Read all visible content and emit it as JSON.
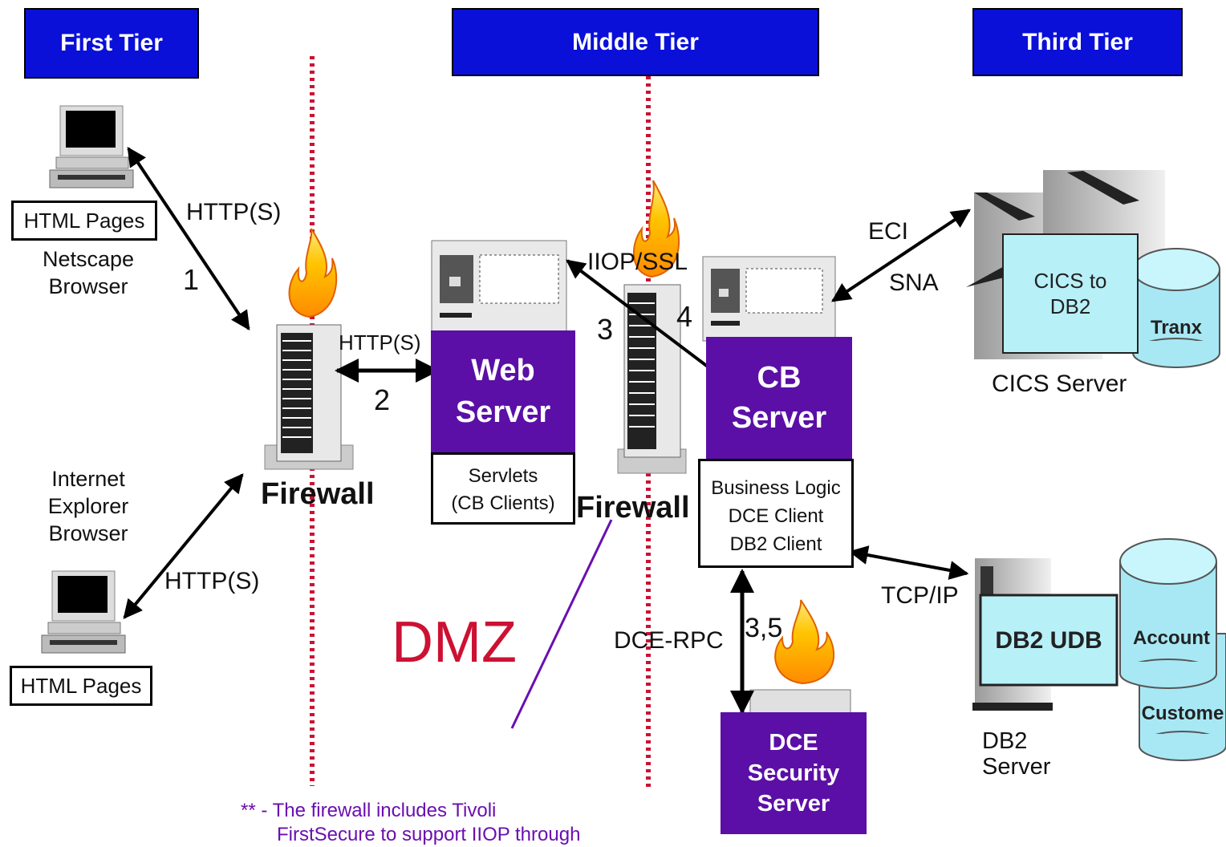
{
  "tiers": {
    "first": "First Tier",
    "middle": "Middle Tier",
    "third": "Third Tier"
  },
  "clients": {
    "netscape": {
      "pages": "HTML Pages",
      "line1": "Netscape",
      "line2": "Browser"
    },
    "ie": {
      "pages": "HTML Pages",
      "line1": "Internet",
      "line2": "Explorer",
      "line3": "Browser"
    }
  },
  "protocols": {
    "http_top": "HTTP(S)",
    "http_bottom": "HTTP(S)",
    "http_web": "HTTP(S)",
    "iiop": "IIOP/SSL",
    "eci": "ECI",
    "sna": "SNA",
    "tcpip": "TCP/IP",
    "dcerpc": "DCE-RPC"
  },
  "steps": {
    "s1": "1",
    "s2": "2",
    "s3": "3",
    "s4": "4",
    "s35": "3,5"
  },
  "firewalls": {
    "left": "Firewall",
    "right": "Firewall"
  },
  "web_server": {
    "line1": "Web",
    "line2": "Server",
    "sub1": "Servlets",
    "sub2": "(CB Clients)"
  },
  "cb_server": {
    "line1": "CB",
    "line2": "Server",
    "sub1": "Business Logic",
    "sub2": "DCE Client",
    "sub3": "DB2 Client"
  },
  "dce_server": {
    "line1": "DCE",
    "line2": "Security",
    "line3": "Server"
  },
  "cics": {
    "box1": "CICS to",
    "box2": "DB2",
    "cyl": "Tranx",
    "label": "CICS Server"
  },
  "db2": {
    "box": "DB2 UDB",
    "cyl1": "Account",
    "cyl2": "Custome",
    "label1": "DB2",
    "label2": "Server"
  },
  "dmz": "DMZ",
  "footnote": {
    "line1": "** - The firewall includes Tivoli",
    "line2": "FirstSecure to support IIOP through"
  },
  "colors": {
    "tier_blue": "#0a10d8",
    "server_purple": "#5b0fa6",
    "dmz_red": "#cc1133",
    "cyan": "#b8f0f8",
    "footnote_purple": "#6a0fb0"
  }
}
